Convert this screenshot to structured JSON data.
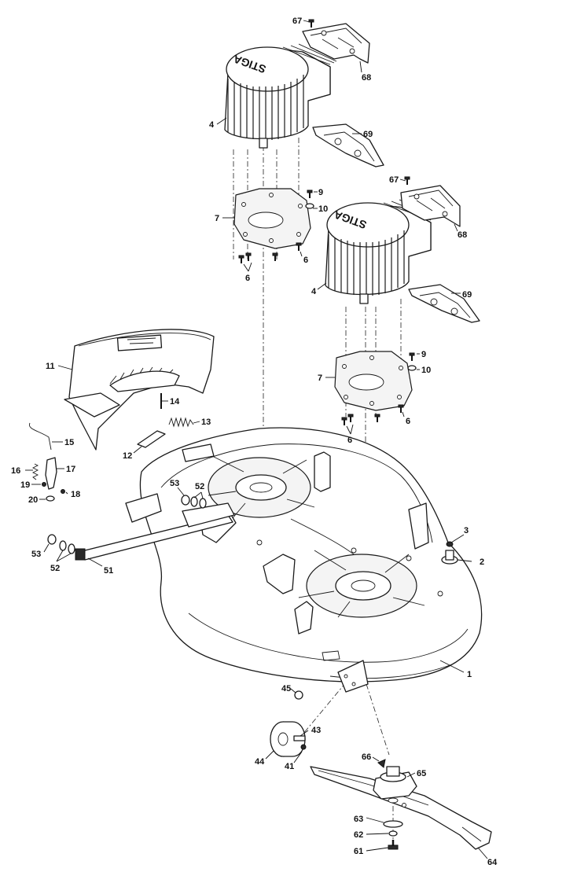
{
  "diagram": {
    "brand_logo": "STIGA",
    "callouts": [
      {
        "id": "c67a",
        "label": "67"
      },
      {
        "id": "c68a",
        "label": "68"
      },
      {
        "id": "c4a",
        "label": "4"
      },
      {
        "id": "c69a",
        "label": "69"
      },
      {
        "id": "c9a",
        "label": "9"
      },
      {
        "id": "c10a",
        "label": "10"
      },
      {
        "id": "c7a",
        "label": "7"
      },
      {
        "id": "c6a1",
        "label": "6"
      },
      {
        "id": "c6a2",
        "label": "6"
      },
      {
        "id": "c67b",
        "label": "67"
      },
      {
        "id": "c68b",
        "label": "68"
      },
      {
        "id": "c4b",
        "label": "4"
      },
      {
        "id": "c69b",
        "label": "69"
      },
      {
        "id": "c11",
        "label": "11"
      },
      {
        "id": "c14",
        "label": "14"
      },
      {
        "id": "c13",
        "label": "13"
      },
      {
        "id": "c9b",
        "label": "9"
      },
      {
        "id": "c10b",
        "label": "10"
      },
      {
        "id": "c7b",
        "label": "7"
      },
      {
        "id": "c6b1",
        "label": "6"
      },
      {
        "id": "c6b2",
        "label": "6"
      },
      {
        "id": "c15",
        "label": "15"
      },
      {
        "id": "c12",
        "label": "12"
      },
      {
        "id": "c16",
        "label": "16"
      },
      {
        "id": "c17",
        "label": "17"
      },
      {
        "id": "c19",
        "label": "19"
      },
      {
        "id": "c18",
        "label": "18"
      },
      {
        "id": "c20",
        "label": "20"
      },
      {
        "id": "c53a",
        "label": "53"
      },
      {
        "id": "c52a",
        "label": "52"
      },
      {
        "id": "c3",
        "label": "3"
      },
      {
        "id": "c2",
        "label": "2"
      },
      {
        "id": "c53b",
        "label": "53"
      },
      {
        "id": "c52b",
        "label": "52"
      },
      {
        "id": "c51",
        "label": "51"
      },
      {
        "id": "c1",
        "label": "1"
      },
      {
        "id": "c45",
        "label": "45"
      },
      {
        "id": "c43",
        "label": "43"
      },
      {
        "id": "c44",
        "label": "44"
      },
      {
        "id": "c41",
        "label": "41"
      },
      {
        "id": "c66",
        "label": "66"
      },
      {
        "id": "c65",
        "label": "65"
      },
      {
        "id": "c63",
        "label": "63"
      },
      {
        "id": "c62",
        "label": "62"
      },
      {
        "id": "c61",
        "label": "61"
      },
      {
        "id": "c64",
        "label": "64"
      }
    ]
  }
}
